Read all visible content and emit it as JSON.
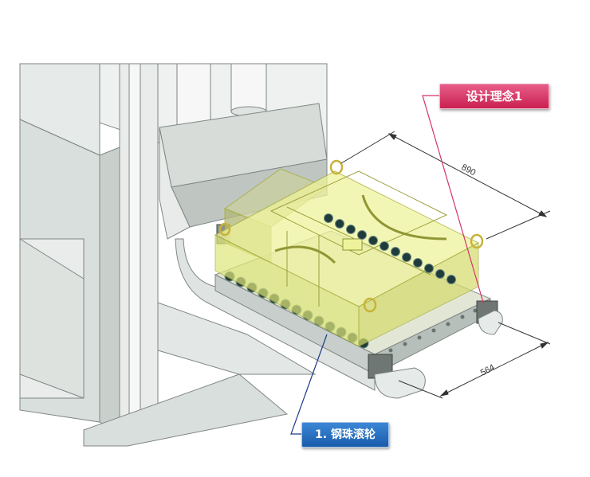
{
  "callouts": {
    "design_concept": "设计理念1",
    "ball_roller": "1. 钢珠滚轮"
  },
  "dimensions": {
    "length": "890",
    "width": "564"
  },
  "colors": {
    "mold_fill": "#e8ef9a",
    "mold_edge": "#a7ad3c",
    "machine_fill": "#e3e7e5",
    "machine_edge": "#7f8684",
    "design_callout": "#d6336c",
    "ball_callout": "#2d6fc0",
    "roller": "#1f3b3a"
  }
}
